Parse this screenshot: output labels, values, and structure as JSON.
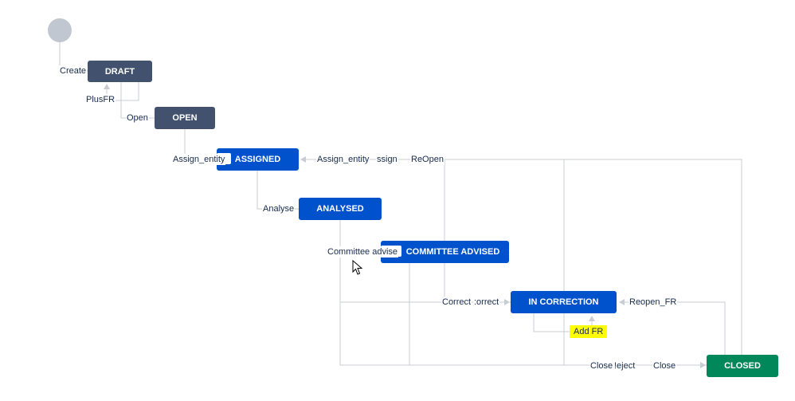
{
  "statuses": {
    "draft": "DRAFT",
    "open": "OPEN",
    "assigned": "ASSIGNED",
    "analysed": "ANALYSED",
    "committee_advised": "COMMITTEE ADVISED",
    "in_correction": "IN CORRECTION",
    "closed": "CLOSED"
  },
  "transitions": {
    "create": "Create",
    "plus_fr": "PlusFR",
    "open": "Open",
    "assign_entity": "Assign_entity",
    "assign_entity_back": "Assign_entity",
    "assign_partial": "ssign",
    "reopen": "ReOpen",
    "analyse": "Analyse",
    "committee_advise": "Committee advise",
    "correct": "Correct",
    "correct_partial": ":orrect",
    "add_fr": "Add FR",
    "reopen_fr": "Reopen_FR",
    "close_partial": "Close",
    "reject_partial": "!eject",
    "close": "Close"
  },
  "colors": {
    "status_todo": "#42526e",
    "status_in_progress": "#0052cc",
    "status_done": "#00875a",
    "connector": "#c1c7d0",
    "highlight": "#ffff00"
  }
}
